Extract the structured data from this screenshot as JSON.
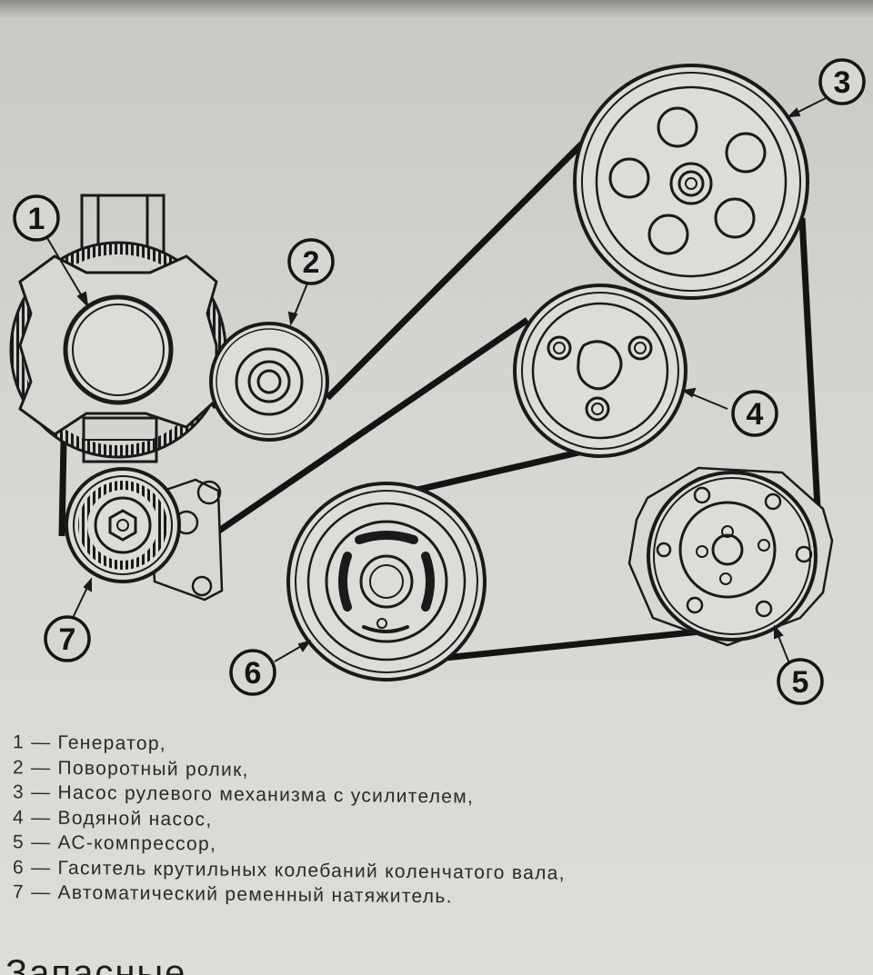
{
  "diagram": {
    "callouts": [
      {
        "id": "1",
        "label": "1"
      },
      {
        "id": "2",
        "label": "2"
      },
      {
        "id": "3",
        "label": "3"
      },
      {
        "id": "4",
        "label": "4"
      },
      {
        "id": "5",
        "label": "5"
      },
      {
        "id": "6",
        "label": "6"
      },
      {
        "id": "7",
        "label": "7"
      }
    ]
  },
  "legend": [
    "1 — Генератор,",
    "2 — Поворотный ролик,",
    "3 — Насос рулевого механизма с усилителем,",
    "4 — Водяной насос,",
    "5 — АС-компрессор,",
    "6 — Гаситель крутильных колебаний коленчатого вала,",
    "7 — Автоматический ременный натяжитель."
  ],
  "truncated_heading": "Запасные"
}
